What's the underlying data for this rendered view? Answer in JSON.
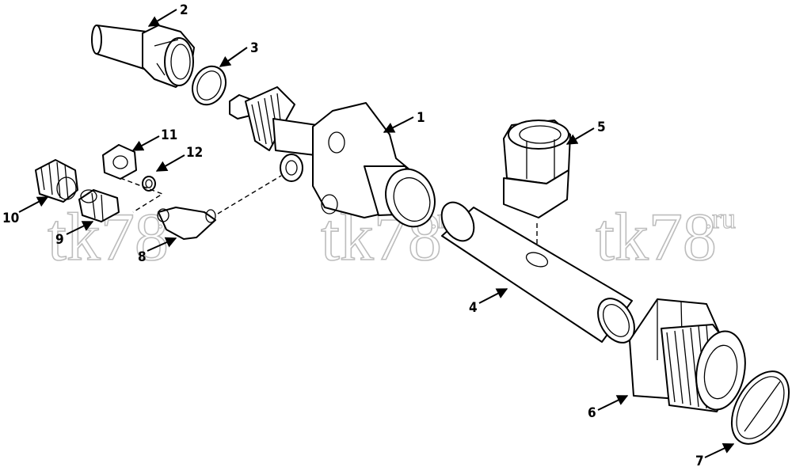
{
  "watermark": {
    "text": "tk78",
    "suffix": ".ru"
  },
  "callouts": [
    {
      "id": "1",
      "label": "1"
    },
    {
      "id": "2",
      "label": "2"
    },
    {
      "id": "3",
      "label": "3"
    },
    {
      "id": "4",
      "label": "4"
    },
    {
      "id": "5",
      "label": "5"
    },
    {
      "id": "6",
      "label": "6"
    },
    {
      "id": "7",
      "label": "7"
    },
    {
      "id": "8",
      "label": "8"
    },
    {
      "id": "9",
      "label": "9"
    },
    {
      "id": "10",
      "label": "10"
    },
    {
      "id": "11",
      "label": "11"
    },
    {
      "id": "12",
      "label": "12"
    }
  ]
}
